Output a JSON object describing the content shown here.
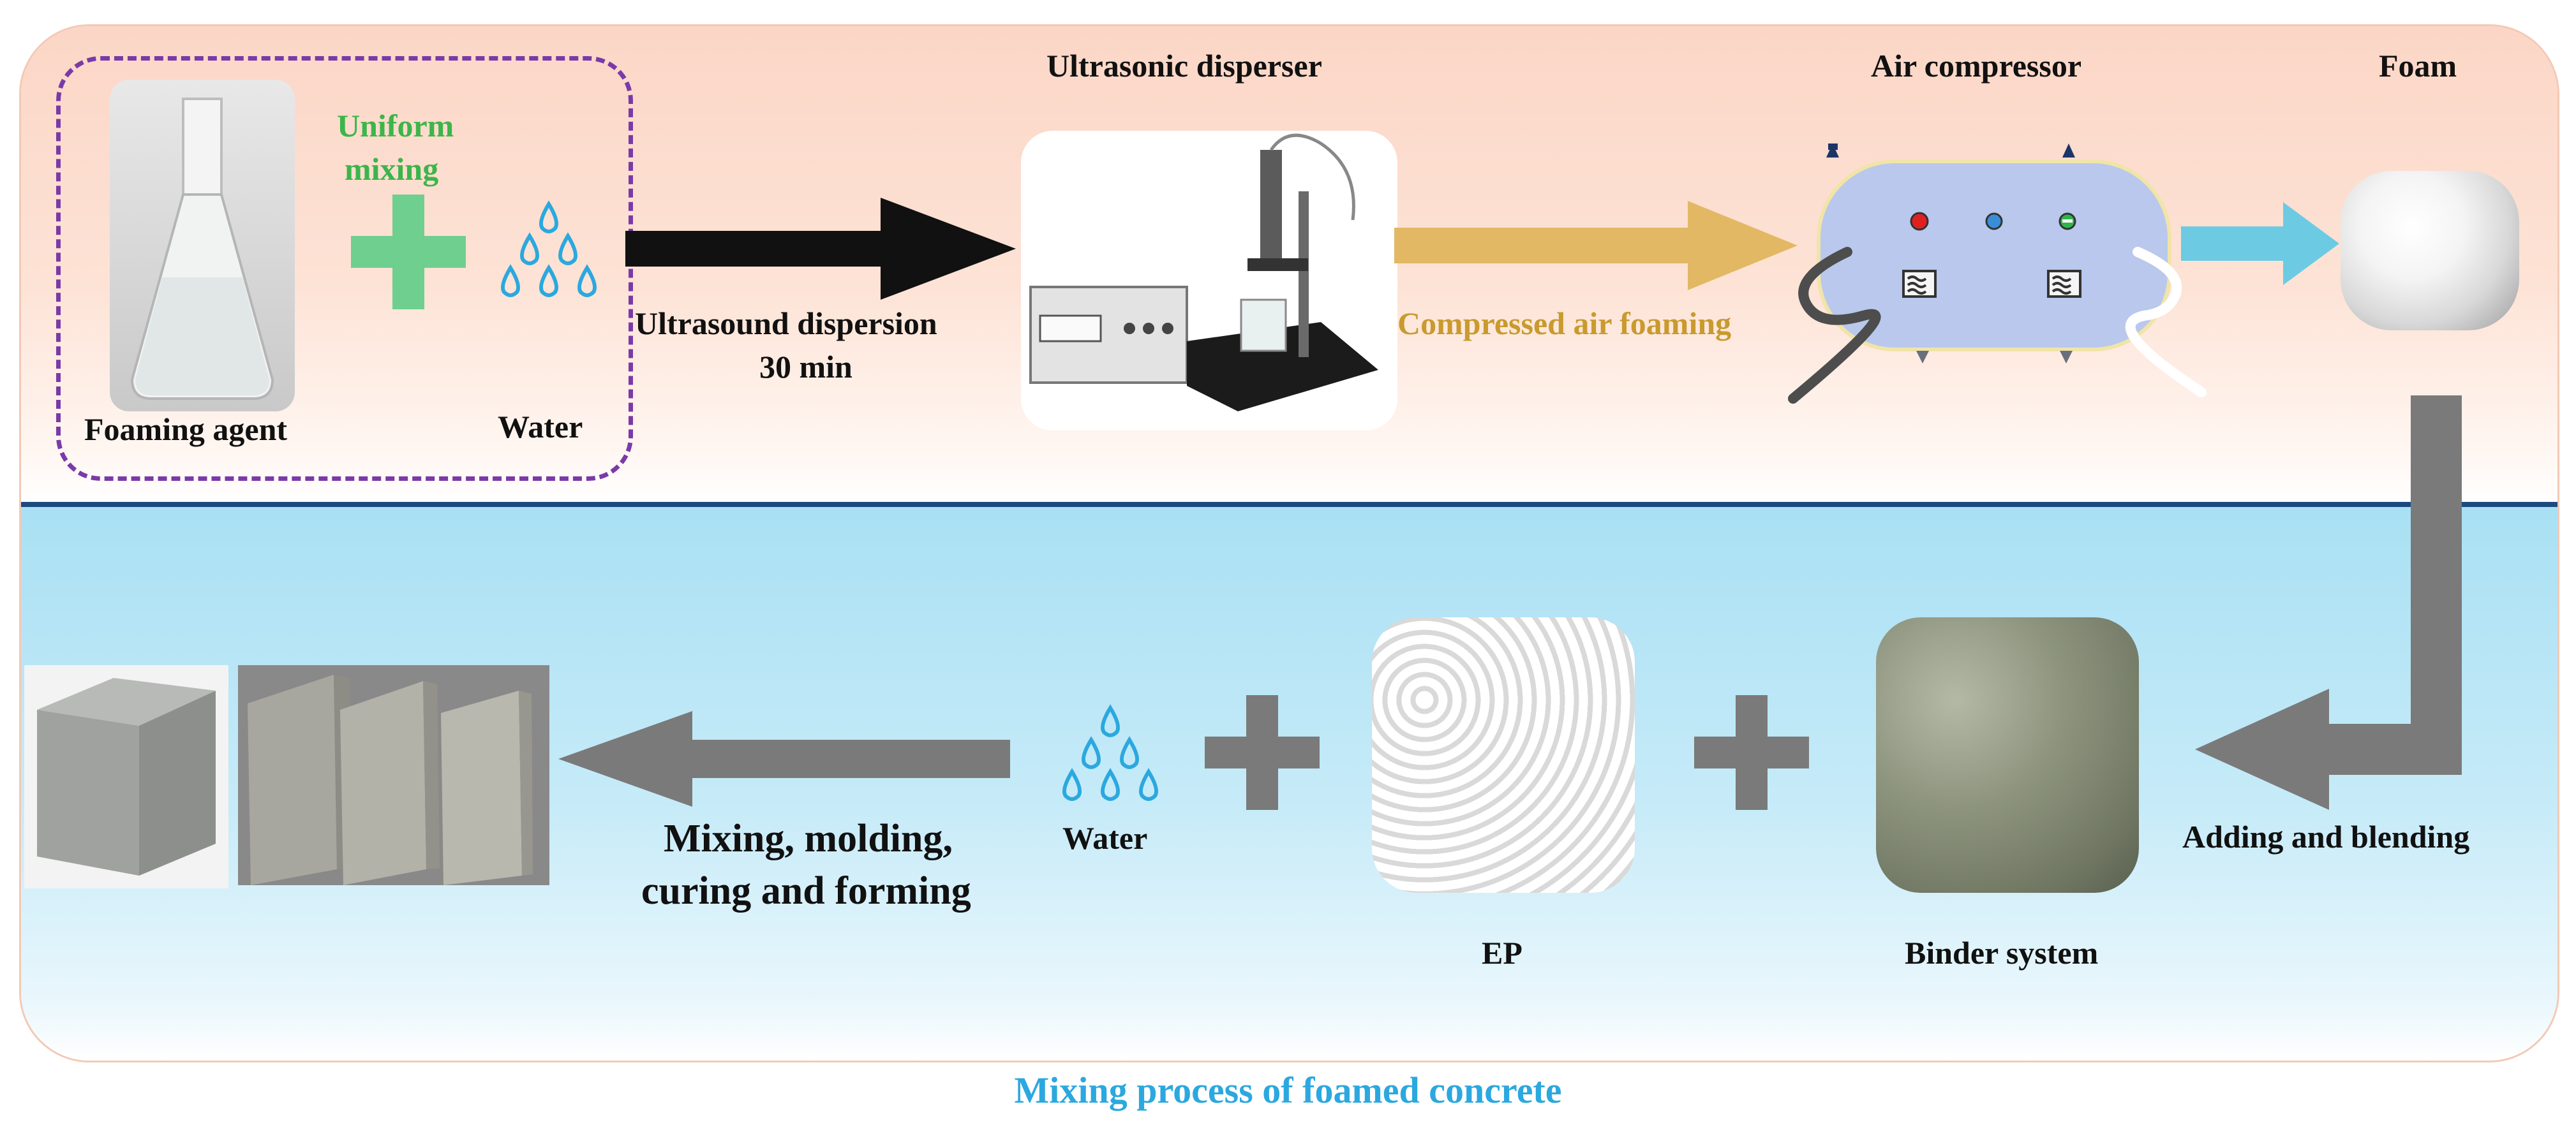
{
  "labels": {
    "uniform_mixing_line1": "Uniform",
    "uniform_mixing_line2": "mixing",
    "foaming_agent": "Foaming agent",
    "water_top": "Water",
    "ultrasonic_disperser": "Ultrasonic disperser",
    "ultrasound_dispersion_line1": "Ultrasound dispersion",
    "ultrasound_dispersion_line2": "30 min",
    "air_compressor": "Air compressor",
    "compressed_air_foaming": "Compressed air foaming",
    "foam": "Foam",
    "adding_and_blending": "Adding and blending",
    "binder_system": "Binder system",
    "ep": "EP",
    "water_bottom": "Water",
    "mixing_line1": "Mixing, molding,",
    "mixing_line2": "curing and forming"
  },
  "caption": "Mixing process of foamed concrete",
  "colors": {
    "top_panel": "#fbd6c6",
    "bottom_panel": "#a9e0f4",
    "divider": "#1c4a7e",
    "dashed_border": "#7a3aa8",
    "plus_green": "#6fcf8f",
    "water_drop": "#2ba8df",
    "arrow_black": "#111111",
    "arrow_gold": "#e2b864",
    "arrow_cyan": "#6ccbe3",
    "arrow_gray": "#7a7a7a",
    "compressor_body": "#b9c8ec",
    "caption": "#2ba8df"
  },
  "icons": [
    "flask-icon",
    "plus-icon",
    "water-drops-icon",
    "ultrasonic-device-icon",
    "air-compressor-icon",
    "foam-icon",
    "binder-icon",
    "ep-granules-icon",
    "concrete-blocks-icon"
  ]
}
